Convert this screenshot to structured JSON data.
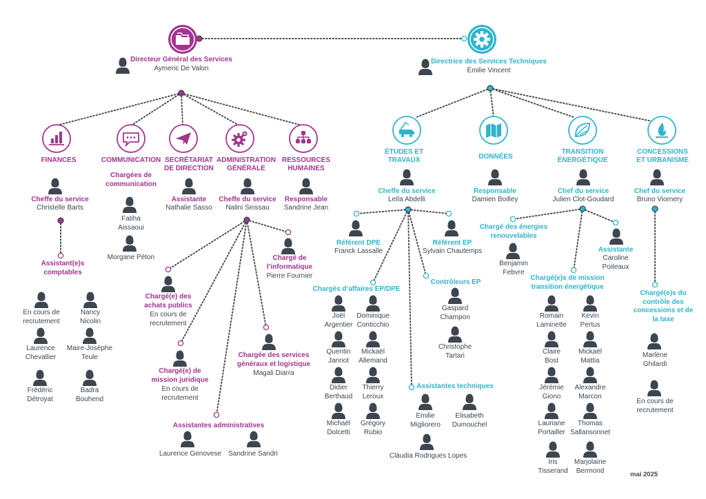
{
  "colors": {
    "dgs": "#a1358f",
    "dst": "#2fb4cb",
    "text": "#3d4650",
    "line": "#4a4f55"
  },
  "dgs": {
    "title": "Directeur Général des Services",
    "name": "Aymeric De Valon"
  },
  "dst": {
    "title": "Directrice des Services Techniques",
    "name": "Émilie Vincent"
  },
  "date": "mai 2025",
  "left": {
    "finances": {
      "label": "FINANCES",
      "role": "Cheffe du service",
      "name": "Christelle Barts",
      "sub": {
        "role": [
          "Assistant(e)s",
          "comptables"
        ],
        "people": [
          [
            "En cours de",
            "recrutement"
          ],
          [
            "Nancy",
            "Nicolin"
          ],
          [
            "Laurence",
            "Chevallier"
          ],
          [
            "Maire-Josèphe",
            "Teule"
          ],
          [
            "Frédéric",
            "Détroyat"
          ],
          [
            "Badra",
            "Bouhend"
          ]
        ]
      }
    },
    "communication": {
      "label": "COMMUNICATION",
      "role": [
        "Chargées de",
        "communication"
      ],
      "people": [
        [
          "Fatiha",
          "Aissaoui"
        ],
        [
          "Morgane Péton"
        ]
      ]
    },
    "secretariat": {
      "label": [
        "SECRÉTARIAT",
        "DE DIRECTION"
      ],
      "role": "Assistante",
      "name": "Nathalie Sasso"
    },
    "administration": {
      "label": [
        "ADMINISTRATION",
        "GÉNÉRALE"
      ],
      "role": "Cheffe du service",
      "name": "Nalini Seissau",
      "subs": {
        "achats": {
          "role": [
            "Chargé(e) des",
            "achats publics"
          ],
          "name": [
            "En cours de",
            "recrutement"
          ]
        },
        "juridique": {
          "role": [
            "Chargé(e) de",
            "mission juridique"
          ],
          "name": [
            "En cours de",
            "recrutement"
          ]
        },
        "informatique": {
          "role": [
            "Chargé de",
            "l’informatique"
          ],
          "name": "Pierre Fournier"
        },
        "services_generaux": {
          "role": [
            "Chargée des services",
            "généraux et logistique"
          ],
          "name": "Magali Diarra"
        },
        "assistantes": {
          "role": "Assistantes administratives",
          "people": [
            "Laurence Genovese",
            "Sandrine Sandri"
          ]
        }
      }
    },
    "rh": {
      "label": [
        "RESSOURCES",
        "HUMAINES"
      ],
      "role": "Responsable",
      "name": "Sandrine Jean"
    }
  },
  "right": {
    "etudes": {
      "label": [
        "ÉTUDES ET",
        "TRAVAUX"
      ],
      "role": "Cheffe du service",
      "name": "Leïla Abdelli",
      "subs": {
        "dpe": {
          "role": "Référent DPE",
          "name": "Franck Lassalle"
        },
        "ep": {
          "role": "Référent EP",
          "name": "Sylvain Chautemps"
        },
        "affaires": {
          "role": "Chargés d’affaires EP/DPE",
          "people": [
            [
              "Joël",
              "Argentier"
            ],
            [
              "Dominique",
              "Conticchio"
            ],
            [
              "Quentin",
              "Jannot"
            ],
            [
              "Mickaël",
              "Allemand"
            ],
            [
              "Didier",
              "Berthaud"
            ],
            [
              "Thierry",
              "Leroux"
            ],
            [
              "Michaël",
              "Dolcetti"
            ],
            [
              "Grégory",
              "Rubio"
            ]
          ]
        },
        "controleurs": {
          "role": "Contrôleurs EP",
          "people": [
            [
              "Gaspard",
              "Champon"
            ],
            [
              "Christophe",
              "Tartari"
            ]
          ]
        },
        "techniques": {
          "role": "Assistantes techniques",
          "people": [
            [
              "Emilie",
              "Migliorero"
            ],
            [
              "Elisabeth",
              "Dumouchel"
            ],
            [
              "Clàudia Rodrigues Lopes"
            ]
          ]
        }
      }
    },
    "donnees": {
      "label": "DONNÉES",
      "role": "Responsable",
      "name": "Damien Boilley"
    },
    "transition": {
      "label": [
        "TRANSITION",
        "ÉNERGÉTIQUE"
      ],
      "role": "Chef du service",
      "name": "Julien Clot-Goudard",
      "subs": {
        "energies": {
          "role": [
            "Chargé des énergies",
            "renouvelables"
          ],
          "name": [
            "Benjamin",
            "Febvre"
          ]
        },
        "assistante": {
          "role": "Assistante",
          "name": [
            "Caroline",
            "Poiteaux"
          ]
        },
        "mission": {
          "role": [
            "Chargé(e)s de mission",
            "transition énergétique"
          ],
          "people": [
            [
              "Romain",
              "Laminette"
            ],
            [
              "Kevin",
              "Pertus"
            ],
            [
              "Claire",
              "Bost"
            ],
            [
              "Mickaël",
              "Mattia"
            ],
            [
              "Jérémie",
              "Giono"
            ],
            [
              "Alexandre",
              "Marcon"
            ],
            [
              "Lauriane",
              "Portailler"
            ],
            [
              "Thomas",
              "Sallansonnet"
            ],
            [
              "Iris",
              "Tisserand"
            ],
            [
              "Marjolaine",
              "Bermond"
            ]
          ]
        }
      }
    },
    "concessions": {
      "label": [
        "CONCESSIONS",
        "ET URBANISME"
      ],
      "role": "Chef du service",
      "name": "Bruno Viornery",
      "sub": {
        "role": [
          "Chargé(e)s du",
          "contrôle des",
          "concessions et de",
          "la taxe"
        ],
        "people": [
          [
            "Marlène",
            "Ghilardi"
          ],
          [
            "En cours de",
            "recrutement"
          ]
        ]
      }
    }
  }
}
